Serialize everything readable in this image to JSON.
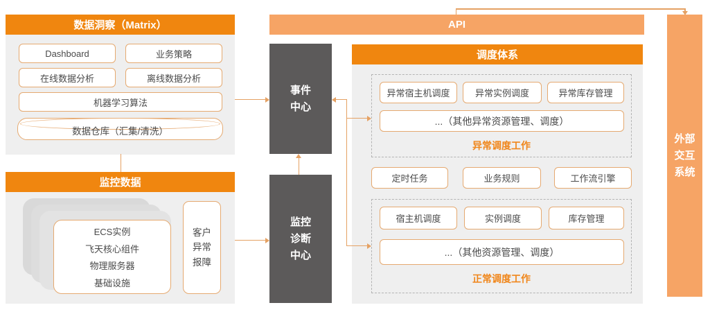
{
  "insight": {
    "title": "数据洞察（Matrix）",
    "dashboard": "Dashboard",
    "strategy": "业务策略",
    "online": "在线数据分析",
    "offline": "离线数据分析",
    "ml": "机器学习算法",
    "warehouse": "数据仓库（汇集/清洗）"
  },
  "monitoring": {
    "title": "监控数据",
    "card_lines": [
      "ECS实例",
      "飞天核心组件",
      "物理服务器",
      "基础设施"
    ],
    "customer_fault": "客户异常报障"
  },
  "centers": {
    "event": "事件中心",
    "monitor_diag": "监控诊断中心"
  },
  "api_label": "API",
  "scheduling": {
    "title": "调度体系",
    "abnormal": {
      "items": [
        "异常宿主机调度",
        "异常实例调度",
        "异常库存管理"
      ],
      "other": "...（其他异常资源管理、调度）",
      "label": "异常调度工作"
    },
    "middle": [
      "定时任务",
      "业务规则",
      "工作流引擎"
    ],
    "normal": {
      "items": [
        "宿主机调度",
        "实例调度",
        "库存管理"
      ],
      "other": "...（其他资源管理、调度）",
      "label": "正常调度工作"
    }
  },
  "external": "外部交互系统",
  "colors": {
    "header_orange": "#F0860F",
    "light_orange": "#F6A465",
    "panel_gray": "#EFEFEF",
    "dark_gray": "#5C5A5A",
    "box_border": "#E5A970",
    "connector": "#E5A163",
    "group_label_orange": "#F0861A"
  }
}
